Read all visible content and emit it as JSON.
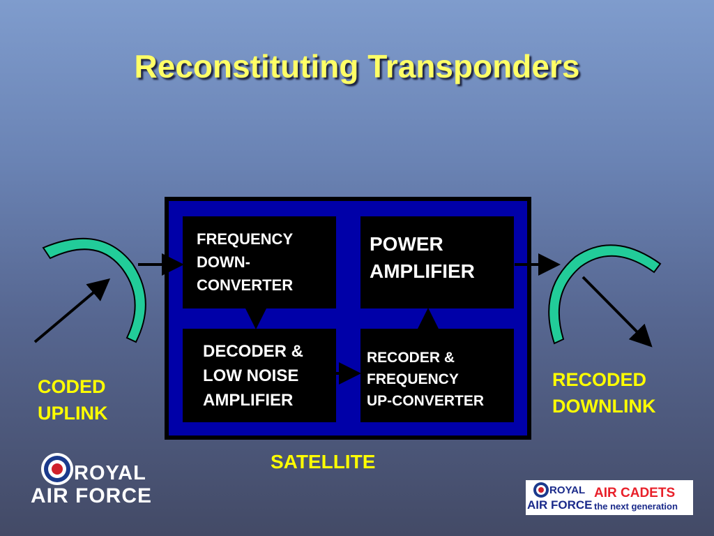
{
  "slide": {
    "title": "Reconstituting Transponders"
  },
  "blocks": {
    "freq_down": [
      "FREQUENCY",
      "DOWN-",
      "CONVERTER"
    ],
    "power_amp": [
      "POWER",
      "AMPLIFIER"
    ],
    "decoder": [
      "DECODER &",
      "LOW NOISE",
      "AMPLIFIER"
    ],
    "recoder": [
      "RECODER &",
      "FREQUENCY",
      "UP-CONVERTER"
    ]
  },
  "labels": {
    "uplink": [
      "CODED",
      "UPLINK"
    ],
    "downlink": [
      "RECODED",
      "DOWNLINK"
    ],
    "satellite": "SATELLITE"
  },
  "logos": {
    "raf_left": [
      "ROYAL",
      "AIR FORCE"
    ],
    "raf_small": [
      "ROYAL",
      "AIR FORCE"
    ],
    "cadets": [
      "AIR CADETS",
      "the next generation"
    ]
  },
  "colors": {
    "title": "#ffff66",
    "label": "#ffff00",
    "satellite_fill": "#0000a8",
    "antenna": "#22cc99",
    "cadets_red": "#e8202a",
    "cadets_blue": "#1a2a8a"
  }
}
